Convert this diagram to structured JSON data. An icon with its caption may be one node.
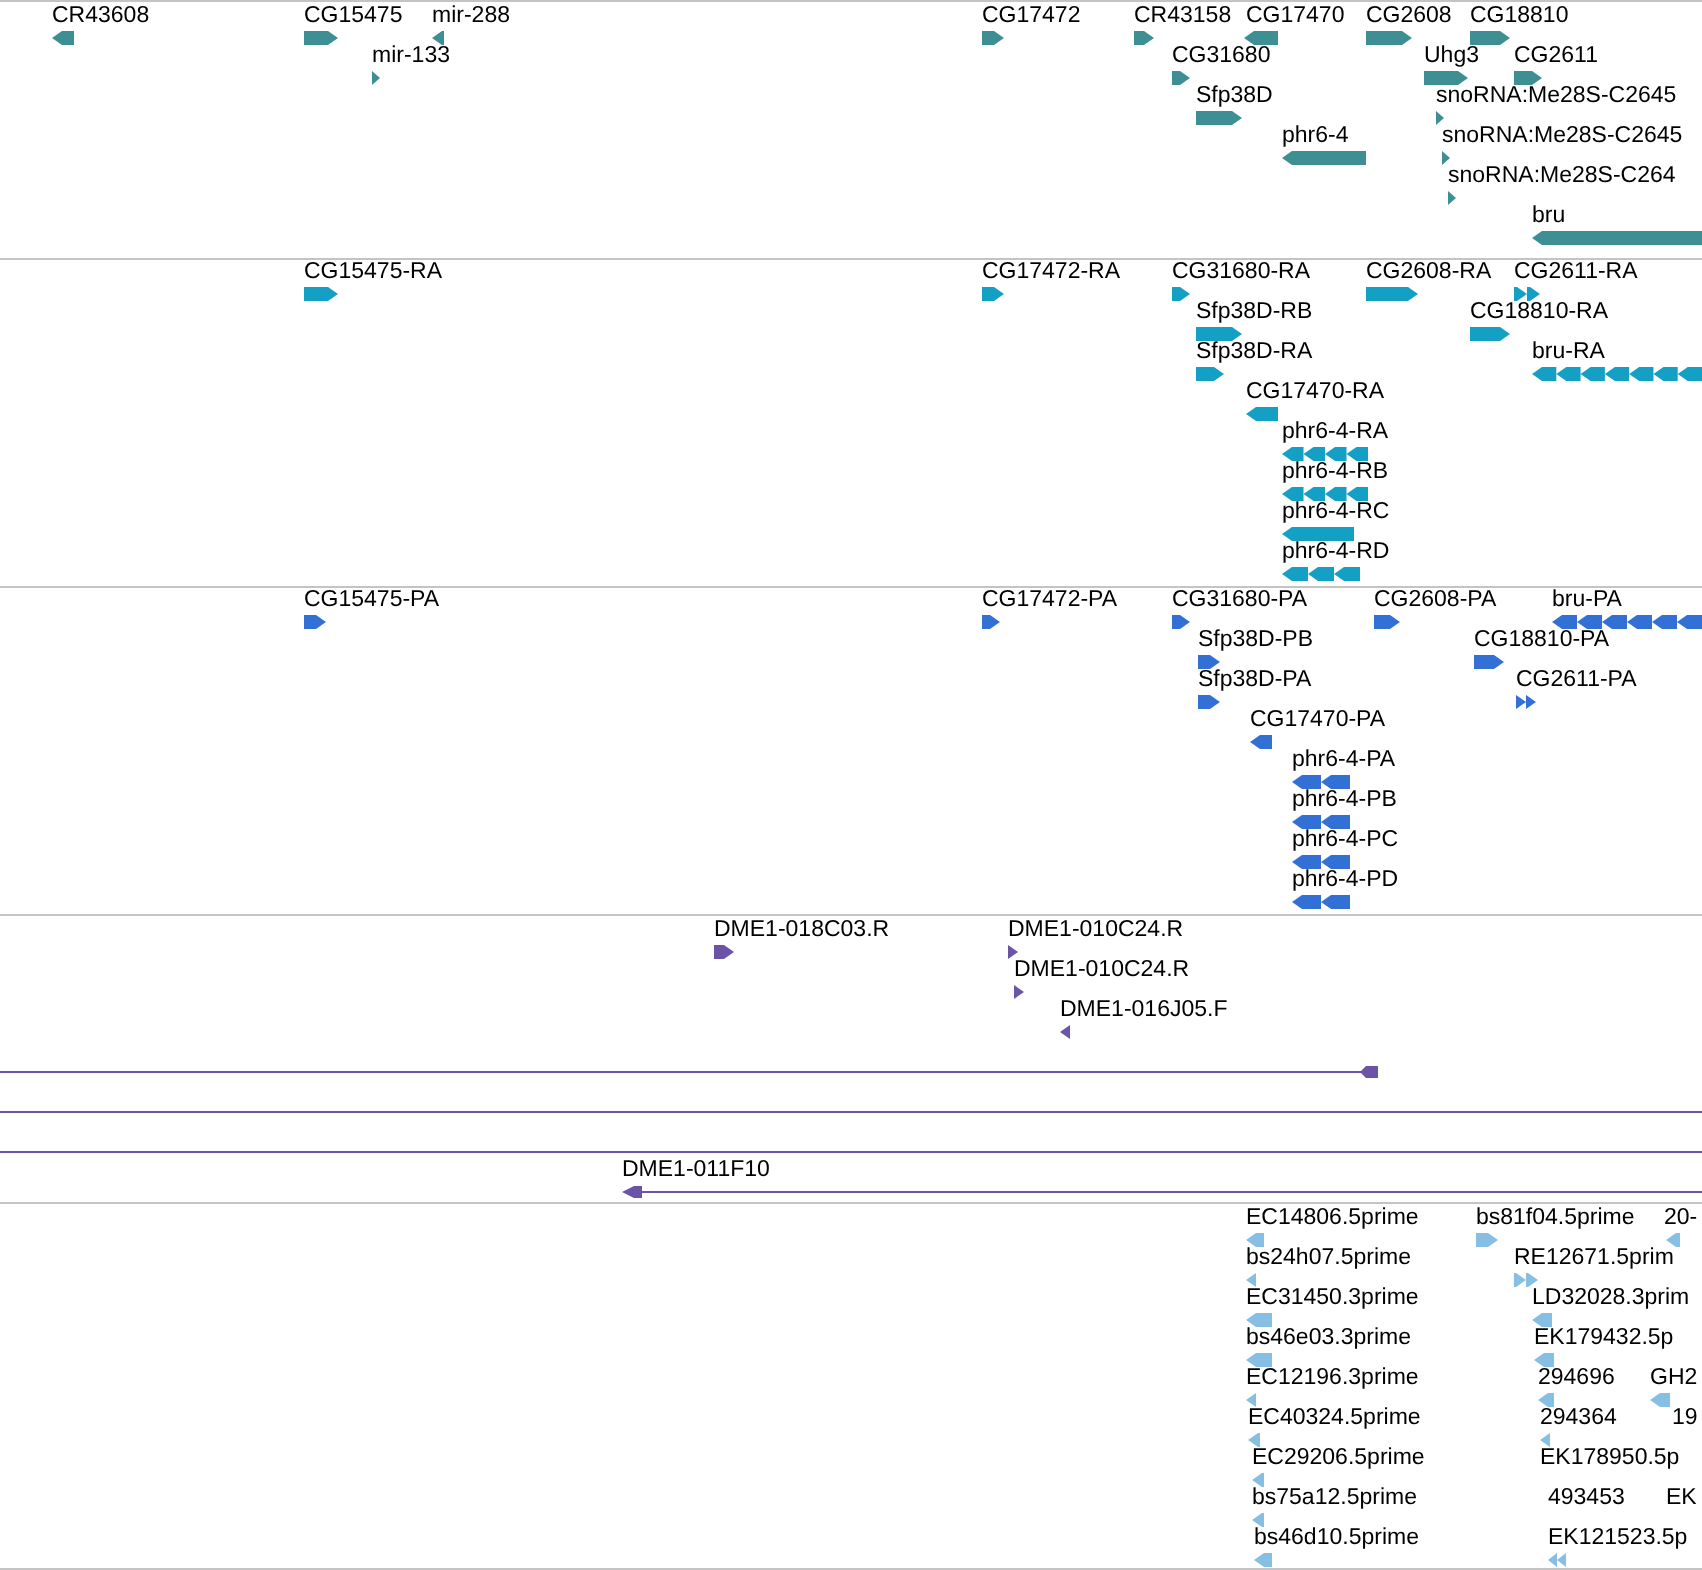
{
  "diagram": {
    "labels": [
      "CR43608",
      "CG15475",
      "mir-288",
      "CG17472",
      "CR43158",
      "CG17470",
      "CG2608",
      "CG18810",
      "mir-133",
      "CG31680",
      "Uhg3",
      "CG2611",
      "Sfp38D",
      "snoRNA:Me28S-C2645",
      "phr6-4",
      "snoRNA:Me28S-C2645",
      "snoRNA:Me28S-C264",
      "bru",
      "CG15475-RA",
      "CG17472-RA",
      "CG31680-RA",
      "CG2608-RA",
      "CG2611-RA",
      "Sfp38D-RB",
      "CG18810-RA",
      "Sfp38D-RA",
      "bru-RA",
      "CG17470-RA",
      "phr6-4-RA",
      "phr6-4-RB",
      "phr6-4-RC",
      "phr6-4-RD",
      "CG15475-PA",
      "CG17472-PA",
      "CG31680-PA",
      "CG2608-PA",
      "bru-PA",
      "Sfp38D-PB",
      "CG18810-PA",
      "Sfp38D-PA",
      "CG2611-PA",
      "CG17470-PA",
      "phr6-4-PA",
      "phr6-4-PB",
      "phr6-4-PC",
      "phr6-4-PD",
      "DME1-018C03.R",
      "DME1-010C24.R",
      "DME1-010C24.R",
      "DME1-016J05.F",
      "DME1-011F10",
      "EC14806.5prime",
      "bs81f04.5prime",
      "20-",
      "bs24h07.5prime",
      "RE12671.5prim",
      "EC31450.3prime",
      "LD32028.3prim",
      "bs46e03.3prime",
      "EK179432.5p",
      "EC12196.3prime",
      "294696",
      "GH2",
      "EC40324.5prime",
      "294364",
      "19",
      "EC29206.5prime",
      "EK178950.5p",
      "bs75a12.5prime",
      "493453",
      "EK",
      "bs46d10.5prime",
      "EK121523.5p"
    ]
  }
}
